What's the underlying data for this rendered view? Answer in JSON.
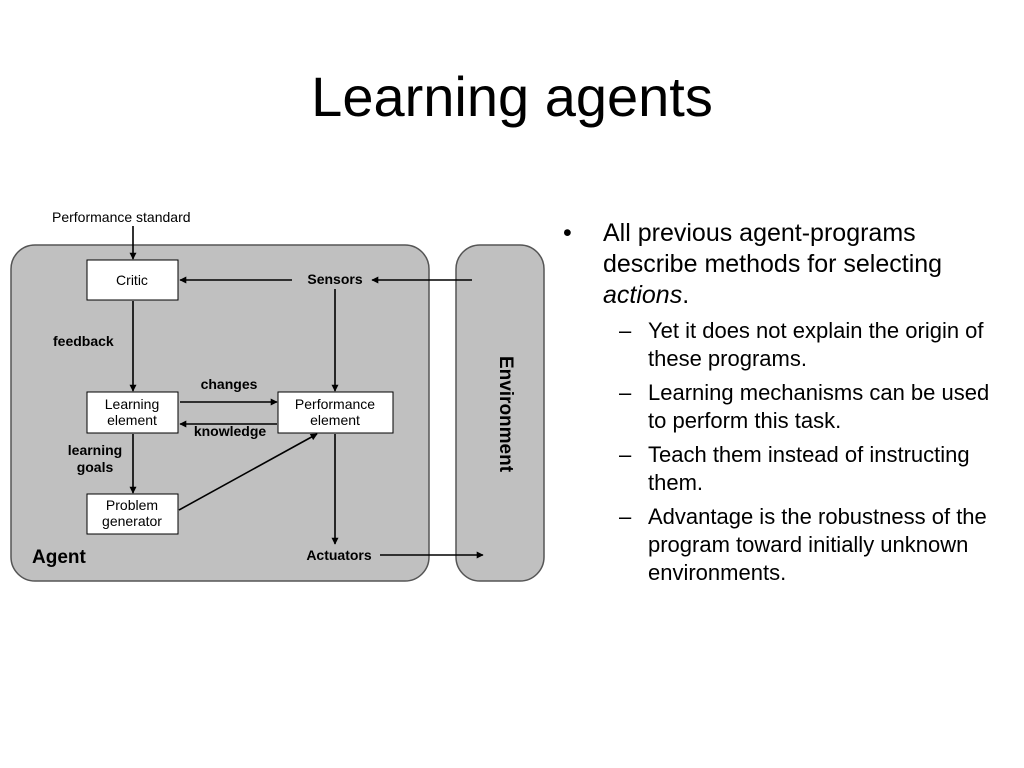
{
  "slide": {
    "title": "Learning agents"
  },
  "diagram": {
    "performance_standard": "Performance standard",
    "critic": "Critic",
    "sensors": "Sensors",
    "feedback": "feedback",
    "changes": "changes",
    "knowledge": "knowledge",
    "learning_element": [
      "Learning",
      "element"
    ],
    "performance_element": [
      "Performance",
      "element"
    ],
    "learning_goals": [
      "learning",
      "goals"
    ],
    "problem_generator": [
      "Problem",
      "generator"
    ],
    "agent": "Agent",
    "actuators": "Actuators",
    "environment": "Environment"
  },
  "bullets": {
    "main_text": "All previous agent-programs describe methods for selecting ",
    "main_emphasis": "actions",
    "main_end": ".",
    "sub_items": [
      "Yet it does not explain the origin of these programs.",
      "Learning mechanisms can be used to perform this task.",
      "Teach them instead of instructing them.",
      "Advantage is the robustness of the program toward initially unknown environments."
    ]
  },
  "colors": {
    "panel_fill": "#c0c0c0",
    "box_fill": "#ffffff",
    "stroke": "#000000"
  }
}
